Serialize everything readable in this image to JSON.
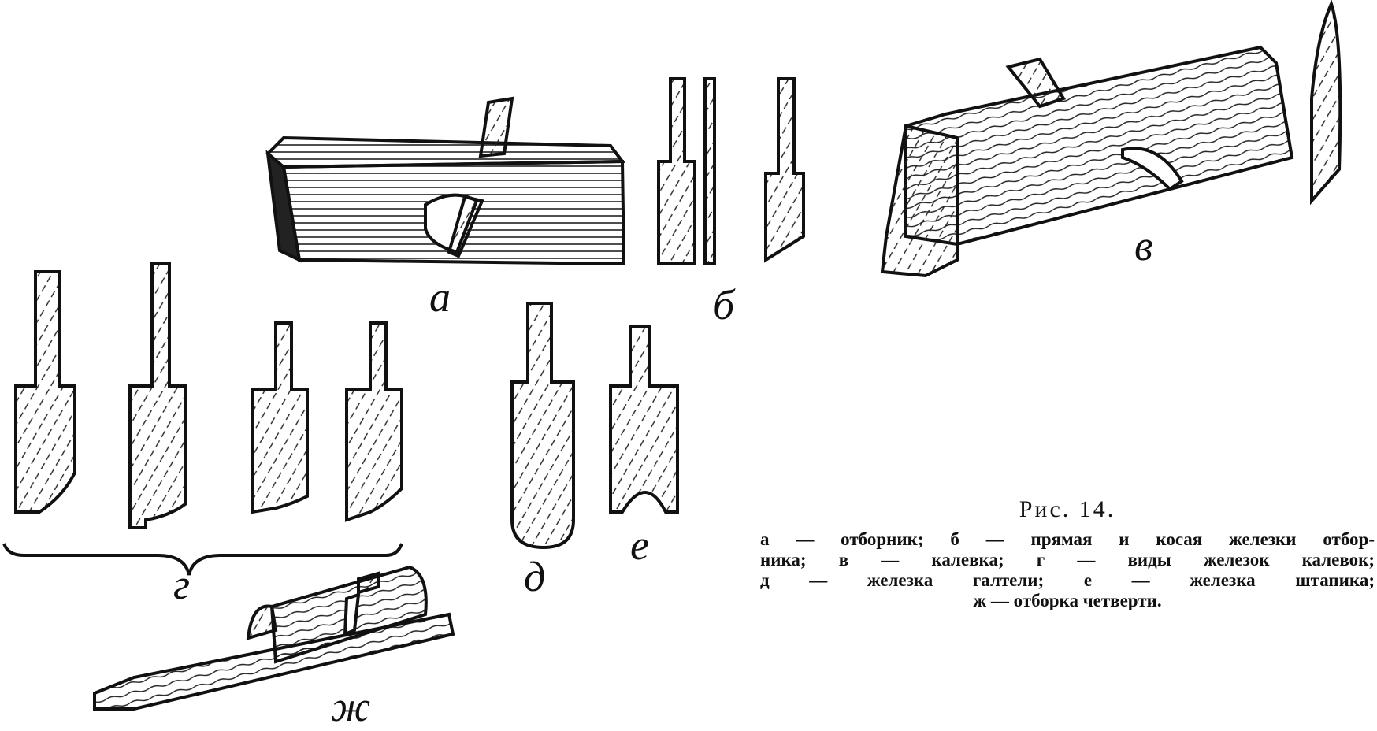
{
  "figure": {
    "labels": {
      "a": "а",
      "b": "б",
      "v": "в",
      "g": "г",
      "d": "д",
      "e": "е",
      "zh": "ж"
    },
    "caption": {
      "title": "Рис. 14.",
      "lines": [
        "а — отборник; б — прямая и косая железки отбор-",
        "ника; в — калевка; г — виды железок калевок;",
        "д — железка галтели; е — железка штапика;",
        "ж — отборка четверти."
      ]
    }
  }
}
